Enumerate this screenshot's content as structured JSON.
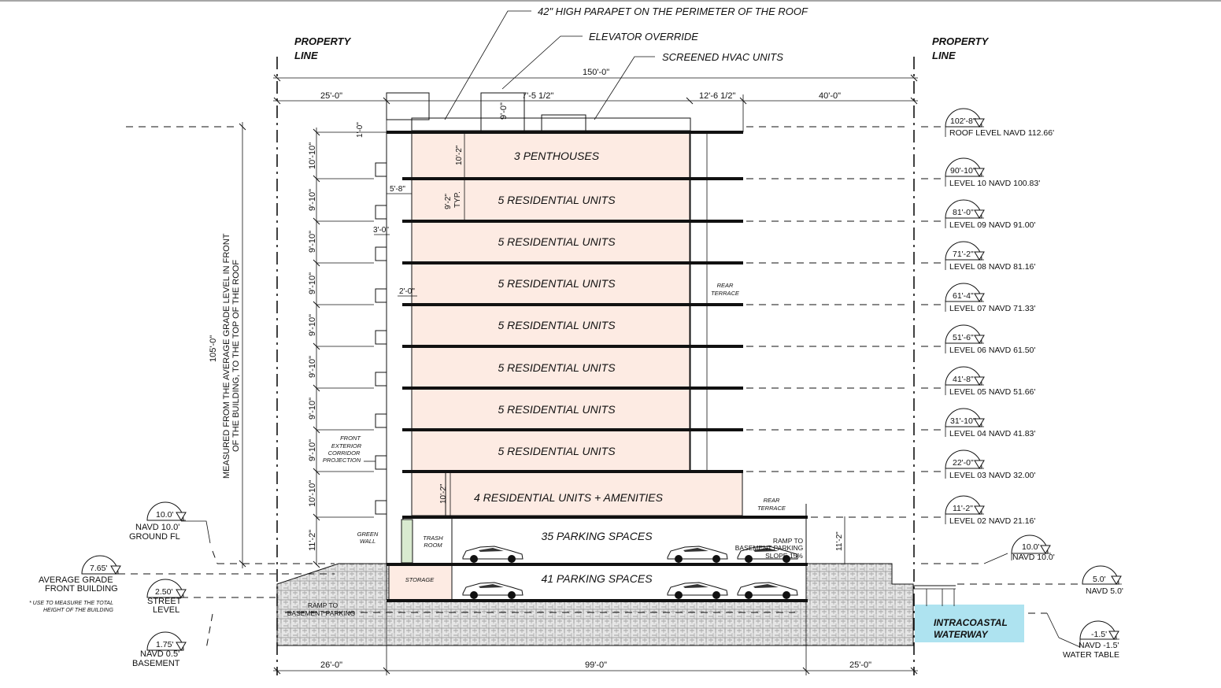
{
  "callouts": {
    "parapet": "42\" HIGH PARAPET ON THE PERIMETER OF THE ROOF",
    "elevator": "ELEVATOR OVERRIDE",
    "hvac": "SCREENED HVAC UNITS"
  },
  "property_line": {
    "left_line1": "PROPERTY",
    "left_line2": "LINE",
    "right_line1": "PROPERTY",
    "right_line2": "LINE"
  },
  "top_dims": {
    "overall": "150'-0\"",
    "front_setback": "25'-0\"",
    "elevator_width": "7'-5 1/2\"",
    "rear_overhang": "12'-6 1/2\"",
    "rear_setback": "40'-0\"",
    "elevator_height": "9'-0\"",
    "parapet_height": "1'-0\""
  },
  "units": {
    "penthouses": "3 PENTHOUSES",
    "res1": "5 RESIDENTIAL UNITS",
    "res2": "5 RESIDENTIAL UNITS",
    "res3": "5 RESIDENTIAL UNITS",
    "res4": "5 RESIDENTIAL UNITS",
    "res5": "5 RESIDENTIAL UNITS",
    "res6": "5 RESIDENTIAL UNITS",
    "res7": "5 RESIDENTIAL UNITS",
    "amenities": "4 RESIDENTIAL UNITS + AMENITIES",
    "parking_upper": "35 PARKING SPACES",
    "parking_lower": "41 PARKING SPACES"
  },
  "floor_heights": {
    "f_ph": "10'-10\"",
    "f9": "9'-10\"",
    "f8": "9'-10\"",
    "f7": "9'-10\"",
    "f6": "9'-10\"",
    "f5": "9'-10\"",
    "f4": "9'-10\"",
    "f3": "9'-10\"",
    "f2": "10'-10\"",
    "f1": "11'-2\""
  },
  "inner_dims": {
    "ph_height": "10'-2\"",
    "typ_height_line1": "9'-2\"",
    "typ_height_line2": "TYP.",
    "amen_height": "10'-2\"",
    "corridor_width": "5'-8\"",
    "balcony_width": "3'-0\"",
    "projection_width": "2'-0\"",
    "right_grade_height": "11'-2\""
  },
  "height_note": {
    "value": "105'-0\"",
    "line1": "MEASURED FROM THE AVERAGE GRADE LEVEL IN FRONT",
    "line2": "OF THE BUILDING, TO THE TOP OF THE ROOF"
  },
  "small_labels": {
    "corridor_line1": "FRONT",
    "corridor_line2": "EXTERIOR",
    "corridor_line3": "CORRIDOR",
    "corridor_line4": "PROJECTION",
    "rear_terrace_upper_line1": "REAR",
    "rear_terrace_upper_line2": "TERRACE",
    "rear_terrace_lower_line1": "REAR",
    "rear_terrace_lower_line2": "TERRACE",
    "green_wall_line1": "GREEN",
    "green_wall_line2": "WALL",
    "trash_line1": "TRASH",
    "trash_line2": "ROOM",
    "storage": "STORAGE",
    "ramp_right_line1": "RAMP TO",
    "ramp_right_line2": "BASEMENT PARKING",
    "ramp_right_line3": "SLOPE 15%",
    "ramp_left_line1": "RAMP TO",
    "ramp_left_line2": "BASEMENT PARKING"
  },
  "levels_right": [
    {
      "elev": "102'-8\"",
      "label": "ROOF LEVEL NAVD 112.66'"
    },
    {
      "elev": "90'-10\"",
      "label": "LEVEL 10 NAVD 100.83'"
    },
    {
      "elev": "81'-0\"",
      "label": "LEVEL 09 NAVD 91.00'"
    },
    {
      "elev": "71'-2\"",
      "label": "LEVEL 08 NAVD 81.16'"
    },
    {
      "elev": "61'-4\"",
      "label": "LEVEL 07 NAVD 71.33'"
    },
    {
      "elev": "51'-6\"",
      "label": "LEVEL 06 NAVD 61.50'"
    },
    {
      "elev": "41'-8\"",
      "label": "LEVEL 05 NAVD 51.66'"
    },
    {
      "elev": "31'-10\"",
      "label": "LEVEL 04 NAVD 41.83'"
    },
    {
      "elev": "22'-0\"",
      "label": "LEVEL 03 NAVD 32.00'"
    },
    {
      "elev": "11'-2\"",
      "label": "LEVEL 02 NAVD 21.16'"
    }
  ],
  "grade_markers": {
    "right_grade": {
      "elev": "10.0'",
      "label": "NAVD 10.0'"
    },
    "seawall": {
      "elev": "5.0'",
      "label": "NAVD 5.0'"
    },
    "water_table": {
      "elev": "-1.5'",
      "label1": "NAVD -1.5'",
      "label2": "WATER TABLE"
    },
    "ground_fl": {
      "elev": "10.0'",
      "label1": "NAVD 10.0'",
      "label2": "GROUND FL"
    },
    "avg_grade": {
      "elev": "7.65'",
      "label1": "AVERAGE GRADE",
      "label2": "FRONT BUILDING",
      "note1": "* USE TO MEASURE THE TOTAL",
      "note2": "HEIGHT OF THE BUILDING"
    },
    "street": {
      "elev": "2.50'",
      "label1": "STREET",
      "label2": "LEVEL"
    },
    "basement": {
      "elev": "1.75'",
      "label1": "NAVD 0.5'",
      "label2": "BASEMENT"
    }
  },
  "waterway": {
    "line1": "INTRACOASTAL",
    "line2": "WATERWAY"
  },
  "bottom_dims": {
    "front": "26'-0\"",
    "building": "99'-0\"",
    "rear": "25'-0\""
  },
  "colors": {
    "unit_fill": "#fdebe3",
    "waterway_fill": "#aee3f0",
    "line": "#111111"
  }
}
